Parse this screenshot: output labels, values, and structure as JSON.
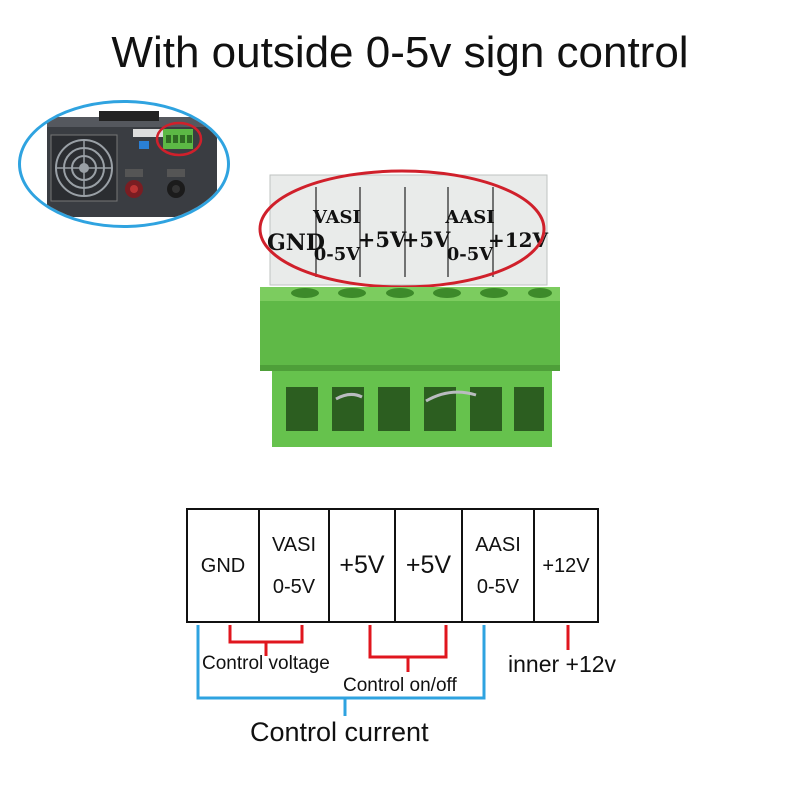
{
  "title": "With outside 0-5v sign control",
  "terminal_labels": [
    "GND",
    "VASI",
    "0-5V",
    "+5V",
    "+5V",
    "AASI",
    "0-5V",
    "+12V"
  ],
  "table": {
    "cells": [
      {
        "lines": [
          "GND"
        ]
      },
      {
        "lines": [
          "VASI",
          "0-5V"
        ]
      },
      {
        "lines": [
          "+5V"
        ]
      },
      {
        "lines": [
          "+5V"
        ]
      },
      {
        "lines": [
          "AASI",
          "0-5V"
        ]
      },
      {
        "lines": [
          "+12V"
        ]
      }
    ]
  },
  "annotations": {
    "control_voltage": "Control voltage",
    "control_on_off": "Control on/off",
    "control_current": "Control current",
    "inner_12v": "inner +12v"
  },
  "colors": {
    "red_bracket": "#e0161e",
    "blue_bracket": "#2fa3e0",
    "terminal_green": "#6cc04a",
    "highlight_oval": "#d0202b"
  }
}
